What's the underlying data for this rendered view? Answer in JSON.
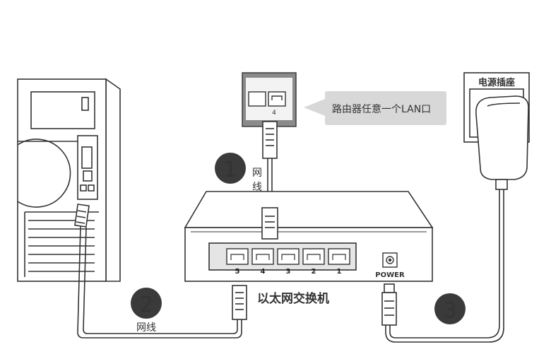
{
  "callout": {
    "text": "路由器任意一个LAN口"
  },
  "router_closeup": {
    "port_label": "4"
  },
  "cables": {
    "cable1_label": "网\n线",
    "cable1_char1": "网",
    "cable1_char2": "线",
    "cable2_label": "网线"
  },
  "steps": [
    "1",
    "2",
    "3"
  ],
  "outlet": {
    "label": "电源插座"
  },
  "switch": {
    "title": "以太网交换机",
    "ports": [
      "5",
      "4",
      "3",
      "2",
      "1"
    ],
    "power_label": "POWER"
  },
  "colors": {
    "line": "#333333",
    "step_circle": "#3a3a3a",
    "callout_bg": "#d8d8d8",
    "port_highlight": "#e5e5e5"
  },
  "icons": [
    "computer-tower-icon",
    "router-port-icon",
    "ethernet-plug-icon",
    "power-adapter-icon",
    "power-plug-icon"
  ]
}
